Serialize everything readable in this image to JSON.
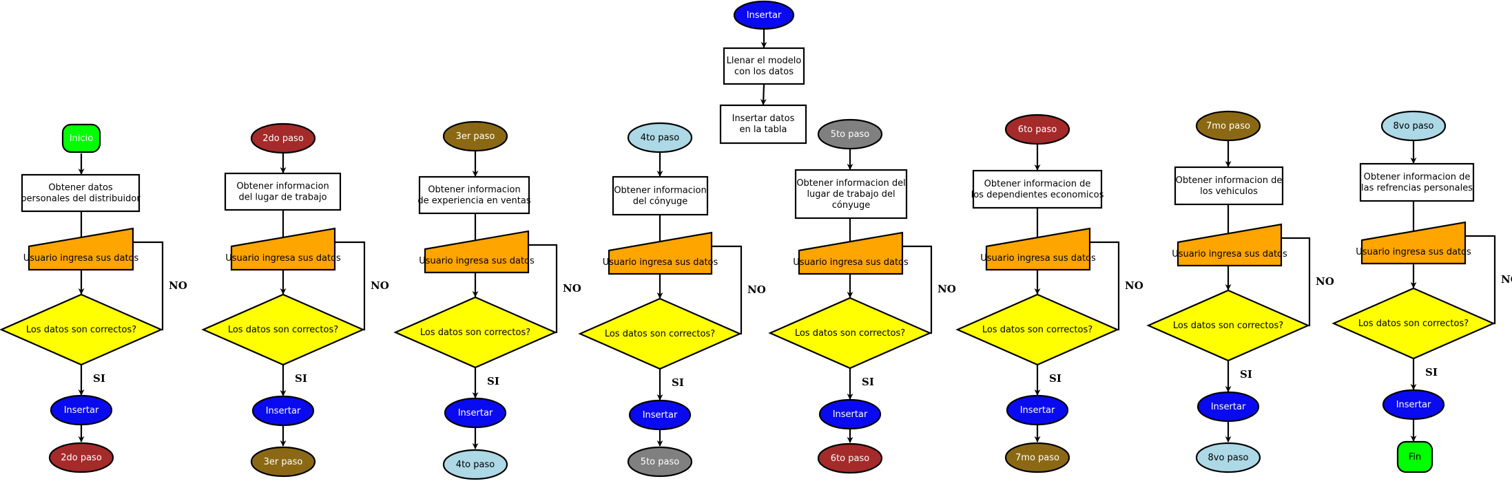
{
  "header": {
    "start": {
      "label": "Insertar",
      "color": "#0a0af0"
    },
    "fill_step": "Llenar el modelo\ncon los datos",
    "insert_step": "Insertar datos\nen la tabla"
  },
  "labels": {
    "input": "Usuario ingresa sus datos",
    "decision": "Los datos son correctos?",
    "yes": "SI",
    "no": "NO",
    "insert": "Insertar"
  },
  "colors": {
    "input": "#ffa500",
    "decision": "#ffff00",
    "insert": "#0a0af0",
    "start": "#00ff00",
    "end": "#00ff00"
  },
  "columns": [
    {
      "top": {
        "label": "Inicio",
        "shape": "terminal",
        "color": "#00ff00",
        "text": "light"
      },
      "task": "Obtener datos\npersonales del distribuidor",
      "bottom": {
        "label": "2do paso",
        "shape": "ellipse",
        "color": "#a52a2a",
        "text": "light"
      }
    },
    {
      "top": {
        "label": "2do paso",
        "shape": "ellipse",
        "color": "#a52a2a",
        "text": "light"
      },
      "task": "Obtener informacion\ndel lugar de trabajo",
      "bottom": {
        "label": "3er paso",
        "shape": "ellipse",
        "color": "#8b6914",
        "text": "light"
      }
    },
    {
      "top": {
        "label": "3er paso",
        "shape": "ellipse",
        "color": "#8b6914",
        "text": "light"
      },
      "task": "Obtener informacion\nde experiencia en ventas",
      "bottom": {
        "label": "4to paso",
        "shape": "ellipse",
        "color": "#add8e6",
        "text": "dark"
      }
    },
    {
      "top": {
        "label": "4to paso",
        "shape": "ellipse",
        "color": "#add8e6",
        "text": "dark"
      },
      "task": "Obtener informacion\ndel cónyuge",
      "bottom": {
        "label": "5to paso",
        "shape": "ellipse",
        "color": "#808080",
        "text": "light"
      }
    },
    {
      "top": {
        "label": "5to paso",
        "shape": "ellipse",
        "color": "#808080",
        "text": "light"
      },
      "task": "Obtener informacion del\nlugar de trabajo del\ncónyuge",
      "bottom": {
        "label": "6to paso",
        "shape": "ellipse",
        "color": "#a52a2a",
        "text": "light"
      }
    },
    {
      "top": {
        "label": "6to paso",
        "shape": "ellipse",
        "color": "#a52a2a",
        "text": "light"
      },
      "task": "Obtener informacion de\nlos dependientes economicos",
      "bottom": {
        "label": "7mo paso",
        "shape": "ellipse",
        "color": "#8b6914",
        "text": "light"
      }
    },
    {
      "top": {
        "label": "7mo paso",
        "shape": "ellipse",
        "color": "#8b6914",
        "text": "light"
      },
      "task": "Obtener informacion de\nlos vehiculos",
      "bottom": {
        "label": "8vo paso",
        "shape": "ellipse",
        "color": "#add8e6",
        "text": "dark"
      }
    },
    {
      "top": {
        "label": "8vo paso",
        "shape": "ellipse",
        "color": "#add8e6",
        "text": "dark"
      },
      "task": "Obtener informacion de\nlas refrencias personales",
      "bottom": {
        "label": "Fin",
        "shape": "terminal",
        "color": "#00ff00",
        "text": "dark"
      }
    }
  ]
}
